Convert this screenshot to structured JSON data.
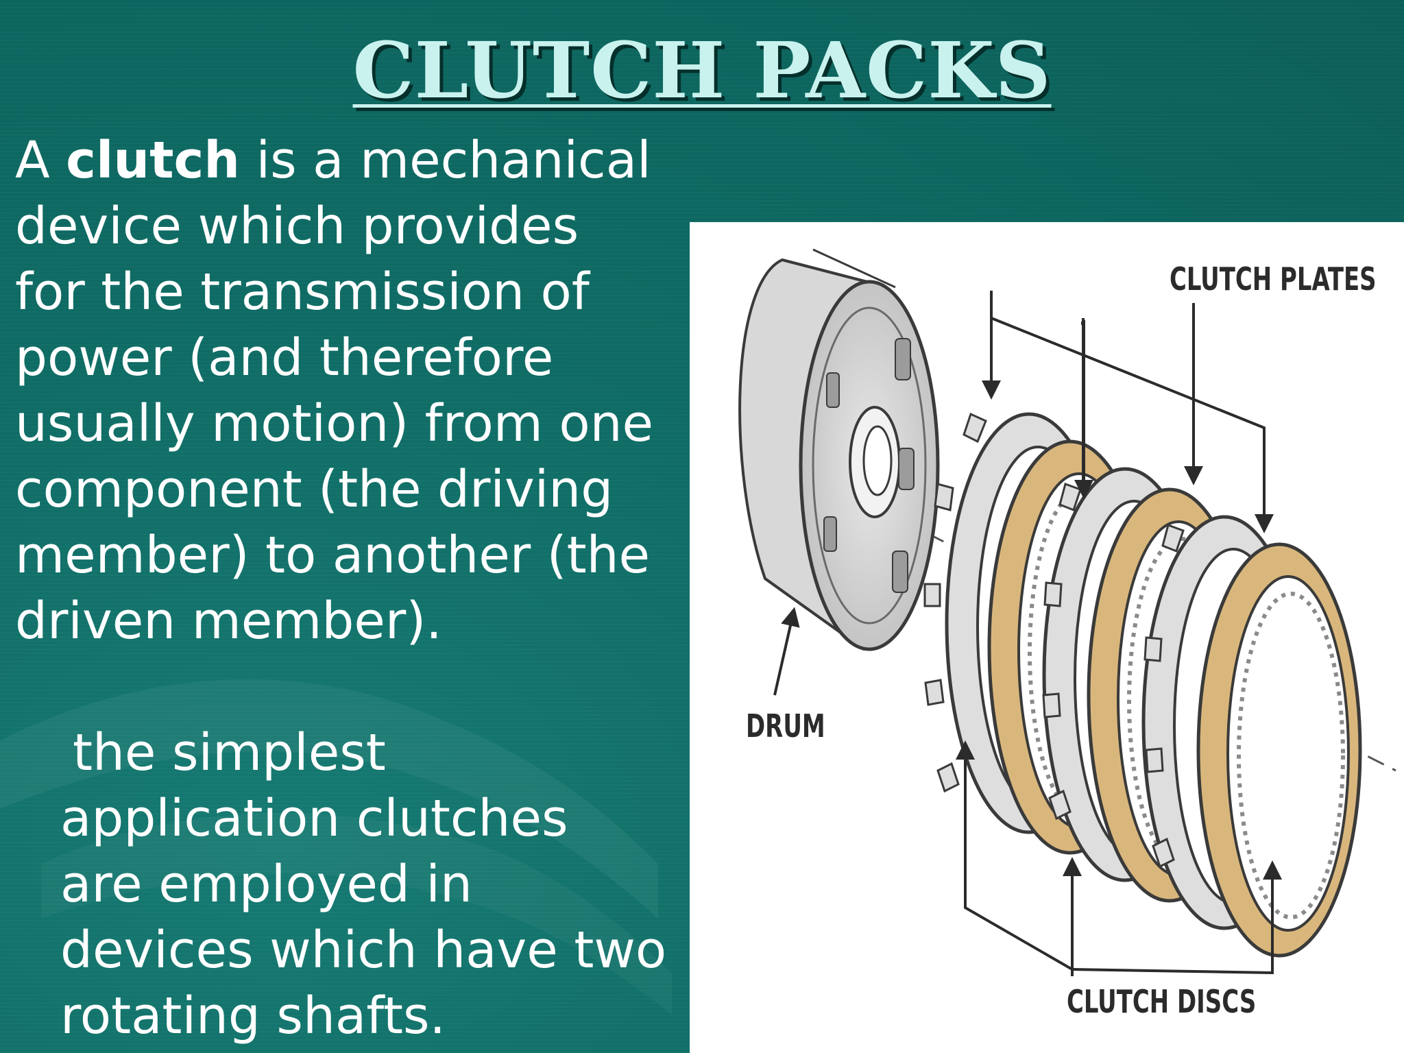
{
  "slide": {
    "title": "CLUTCH PACKS",
    "paragraph1": {
      "line1_prefix": "A ",
      "line1_bold": "clutch",
      "line1_suffix": " is a mechanical",
      "line2": "device which provides",
      "line3": "for the transmission of",
      "line4": "power (and therefore",
      "line5": "usually motion) from one",
      "line6": "component (the driving",
      "line7": "member) to another (the",
      "line8": "driven member)."
    },
    "paragraph2": {
      "line1": "the simplest",
      "line2": "application clutches",
      "line3": "are employed in",
      "line4": "devices which have two",
      "line5": "rotating shafts."
    }
  },
  "figure": {
    "label_plates": "CLUTCH PLATES",
    "label_drum": "DRUM",
    "label_discs": "CLUTCH DISCS",
    "colors": {
      "disc_friction": "#d9b77c",
      "plate_steel": "#dedede",
      "outline": "#3a3a3a"
    }
  }
}
